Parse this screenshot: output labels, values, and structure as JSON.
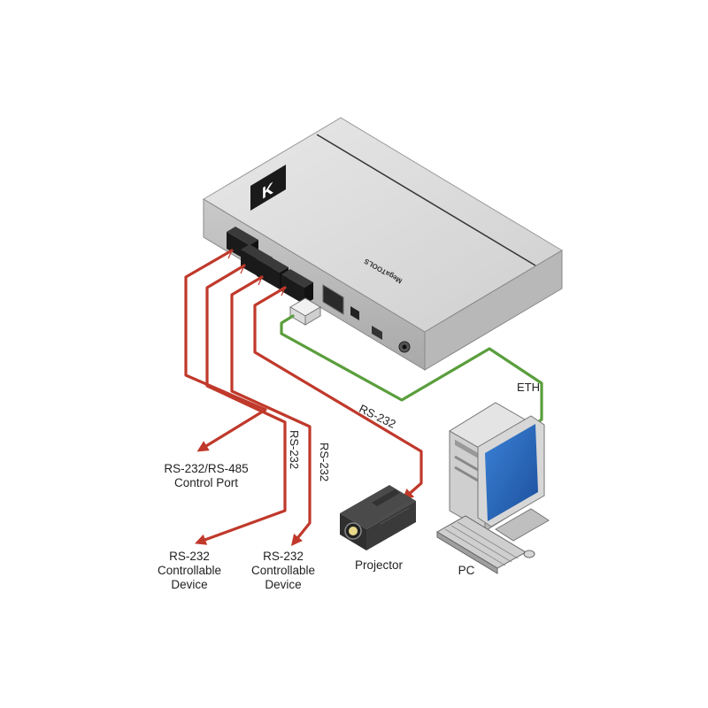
{
  "device": {
    "brand_mark": "K",
    "model": "MegaTOOLS"
  },
  "connections": {
    "eth": "ETH",
    "rs232_projector": "RS-232",
    "rs232_vertical_1": "RS-232",
    "rs232_vertical_2": "RS-232"
  },
  "endpoints": {
    "control_port": [
      "RS-232/RS-485",
      "Control Port"
    ],
    "device_1": [
      "RS-232",
      "Controllable",
      "Device"
    ],
    "device_2": [
      "RS-232",
      "Controllable",
      "Device"
    ],
    "projector": "Projector",
    "pc": "PC"
  },
  "colors": {
    "rs232_cable": "#c0392b",
    "eth_cable": "#5a9e3c",
    "device_body": "#d9d9d9",
    "device_front": "#c4c4c4",
    "connector": "#1a1a1a"
  }
}
